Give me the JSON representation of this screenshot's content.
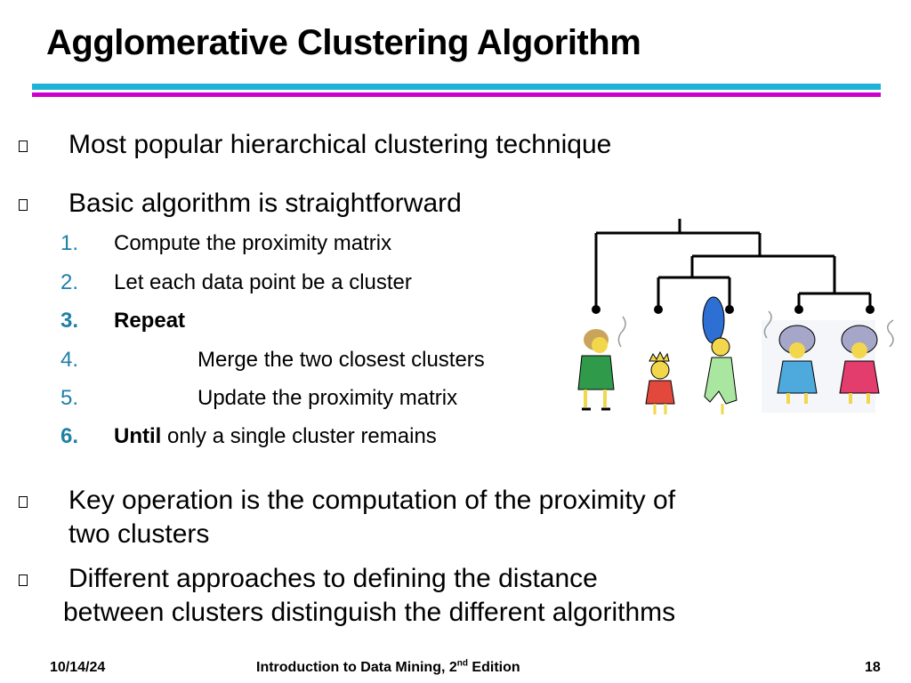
{
  "slide": {
    "title": "Agglomerative Clustering Algorithm",
    "bullets": [
      "Most popular hierarchical clustering technique",
      "Basic algorithm is straightforward",
      "Key operation is the computation of the proximity of",
      "two clusters",
      "Different approaches to defining the distance",
      "between clusters distinguish the different algorithms"
    ],
    "steps": [
      {
        "num": "1.",
        "text": "Compute the proximity matrix"
      },
      {
        "num": "2.",
        "text": "Let each data point be a cluster"
      },
      {
        "num": "3.",
        "text": "Repeat"
      },
      {
        "num": "4.",
        "text": "Merge the two closest clusters"
      },
      {
        "num": "5.",
        "text": "Update the proximity matrix"
      },
      {
        "num": "6.",
        "keyword": "Until",
        "text": "only a single cluster remains"
      }
    ]
  },
  "footer": {
    "date": "10/14/24",
    "book_prefix": "Introduction to Data Mining, 2",
    "book_sup": "nd",
    "book_suffix": " Edition",
    "page": "18"
  },
  "colors": {
    "rule_cyan": "#1fb2d8",
    "rule_magenta": "#cc00cc",
    "step_number": "#1f7fa6"
  }
}
